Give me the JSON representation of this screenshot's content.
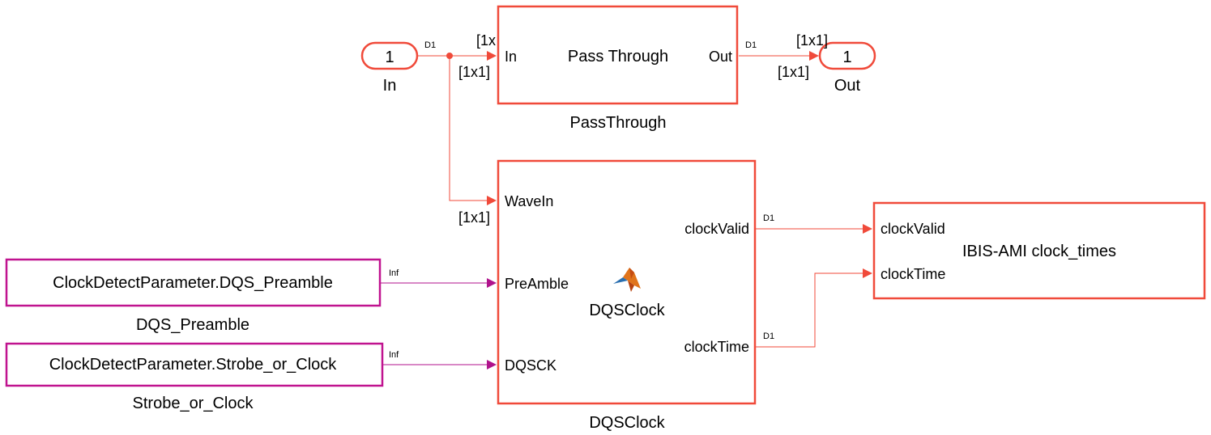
{
  "colors": {
    "block_border": "#f04a3a",
    "signal_line": "#f04a3a",
    "constant_border": "#c0138f",
    "constant_line": "#a0108a"
  },
  "blocks": {
    "inport": {
      "number": "1",
      "name": "In"
    },
    "outport": {
      "number": "1",
      "name": "Out"
    },
    "passthrough": {
      "title": "Pass Through",
      "name": "PassThrough",
      "in_port": "In",
      "out_port": "Out"
    },
    "dqsclock": {
      "name": "DQSClock",
      "inner_label": "DQSClock",
      "in_ports": [
        "WaveIn",
        "PreAmble",
        "DQSCK"
      ],
      "out_ports": [
        "clockValid",
        "clockTime"
      ],
      "icon": "matlab-logo-icon"
    },
    "ibis": {
      "title": "IBIS-AMI clock_times",
      "in_ports": [
        "clockValid",
        "clockTime"
      ]
    },
    "const_preamble": {
      "value": "ClockDetectParameter.DQS_Preamble",
      "name": "DQS_Preamble"
    },
    "const_strobe": {
      "value": "ClockDetectParameter.Strobe_or_Clock",
      "name": "Strobe_or_Clock"
    }
  },
  "signals": {
    "in_rate": "D1",
    "pt_in_dim_top": "[1x",
    "pt_in_dim_bottom": "[1x1]",
    "pt_out_rate": "D1",
    "out_dim_top": "[1x1]",
    "out_dim_bottom": "[1x1]",
    "wavein_dim": "[1x1]",
    "preamble_rate": "Inf",
    "dqsck_rate": "Inf",
    "clockvalid_rate": "D1",
    "clocktime_rate": "D1"
  }
}
